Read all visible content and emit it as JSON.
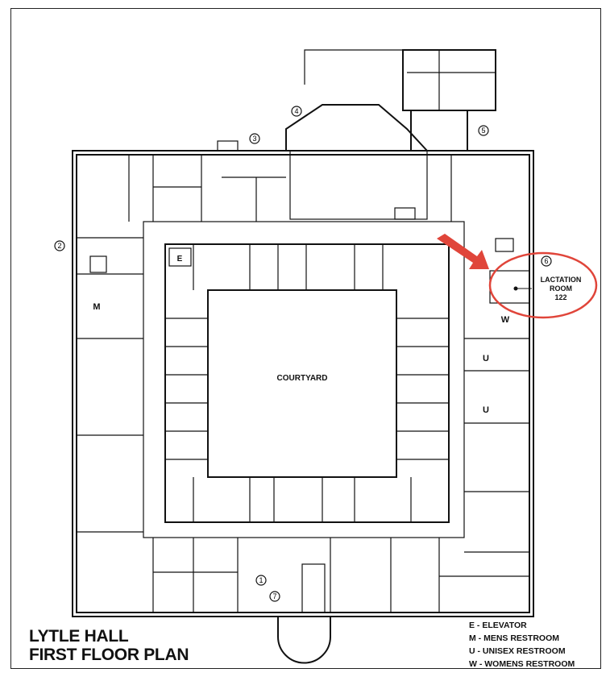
{
  "title": {
    "line1": "LYTLE HALL",
    "line2": "FIRST FLOOR PLAN"
  },
  "legend": [
    "E - ELEVATOR",
    "M - MENS RESTROOM",
    "U - UNISEX RESTROOM",
    "W - WOMENS RESTROOM"
  ],
  "rooms": {
    "courtyard": "COURTYARD",
    "elevator": "E",
    "mens": "M",
    "womens": "W",
    "unisex1": "U",
    "unisex2": "U"
  },
  "highlight": {
    "line1": "LACTATION",
    "line2": "ROOM",
    "line3": "122",
    "color": "#e0453a"
  },
  "markers": [
    "1",
    "2",
    "3",
    "4",
    "5",
    "6",
    "7"
  ]
}
